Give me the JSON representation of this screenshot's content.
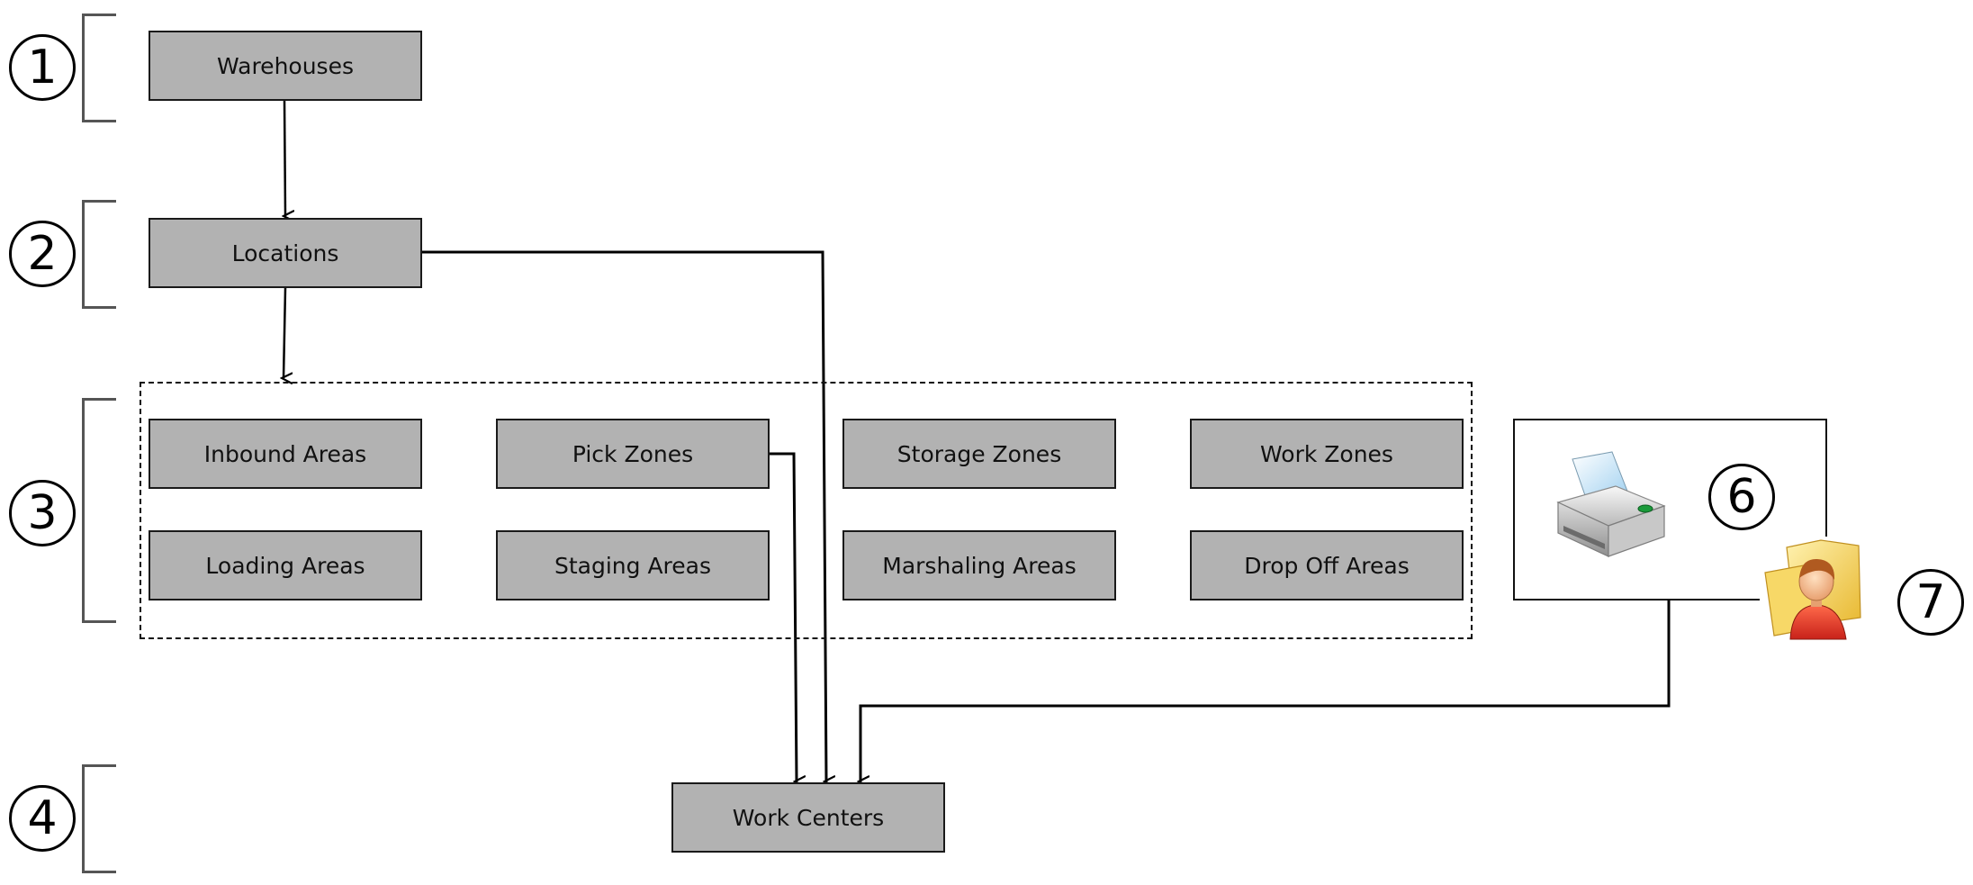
{
  "levels": [
    {
      "number": "1"
    },
    {
      "number": "2"
    },
    {
      "number": "3"
    },
    {
      "number": "4"
    }
  ],
  "devices": {
    "printer_number": "6",
    "user_number": "7",
    "printer_icon": "printer-icon",
    "user_icon": "user-folder-icon"
  },
  "nodes": {
    "warehouses": "Warehouses",
    "locations": "Locations",
    "inbound_areas": "Inbound Areas",
    "pick_zones": "Pick Zones",
    "storage_zones": "Storage Zones",
    "work_zones": "Work Zones",
    "loading_areas": "Loading Areas",
    "staging_areas": "Staging Areas",
    "marshaling_areas": "Marshaling Areas",
    "drop_off_areas": "Drop Off Areas",
    "work_centers": "Work Centers"
  },
  "colors": {
    "box_fill": "#b2b2b2",
    "box_border": "#1a1a1a",
    "bracket": "#555555",
    "line": "#000000"
  }
}
